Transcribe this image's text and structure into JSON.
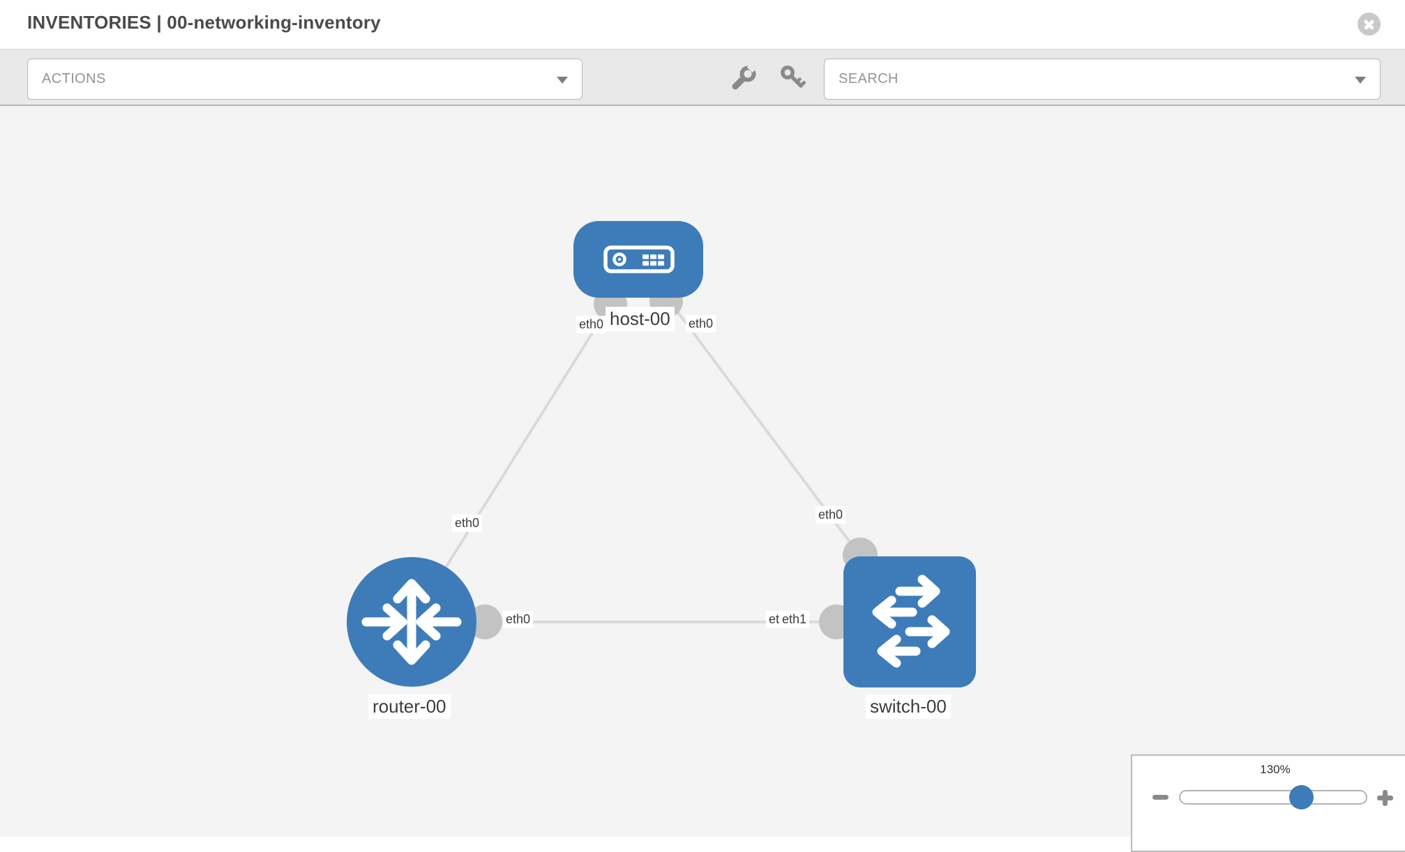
{
  "header": {
    "title": "INVENTORIES | 00-networking-inventory"
  },
  "toolbar": {
    "actions_label": "ACTIONS",
    "search_label": "SEARCH",
    "icons": [
      "wrench-icon",
      "key-icon"
    ]
  },
  "topology": {
    "nodes": [
      {
        "id": "host-00",
        "type": "host",
        "label": "host-00"
      },
      {
        "id": "router-00",
        "type": "router",
        "label": "router-00"
      },
      {
        "id": "switch-00",
        "type": "switch",
        "label": "switch-00"
      }
    ],
    "links": [
      {
        "source": "host-00",
        "source_interface": "eth0",
        "target": "router-00",
        "target_interface": "eth0"
      },
      {
        "source": "host-00",
        "source_interface": "eth0",
        "target": "switch-00",
        "target_interface": "eth0"
      },
      {
        "source": "router-00",
        "source_interface": "eth0",
        "target": "switch-00",
        "target_interface": "eth1"
      }
    ],
    "interface_labels": [
      {
        "text": "eth0",
        "node": "host-00",
        "link": "host-router"
      },
      {
        "text": "eth0",
        "node": "host-00",
        "link": "host-switch"
      },
      {
        "text": "eth0",
        "node": "router-00",
        "link": "host-router"
      },
      {
        "text": "eth0",
        "node": "switch-00",
        "link": "host-switch"
      },
      {
        "text": "eth0",
        "node": "router-00",
        "link": "router-switch"
      },
      {
        "text": "eth0",
        "node": "switch-00",
        "link": "router-switch"
      },
      {
        "text": "eth1",
        "node": "switch-00",
        "link": "router-switch"
      }
    ]
  },
  "zoom_control": {
    "value": "130%",
    "percent": 130
  },
  "colors": {
    "node_blue": "#3e7cb9",
    "link_gray": "#dadada",
    "port_gray": "#c3c3c3",
    "toolbar_bg": "#e9e9e9",
    "canvas_bg": "#f4f4f4"
  }
}
